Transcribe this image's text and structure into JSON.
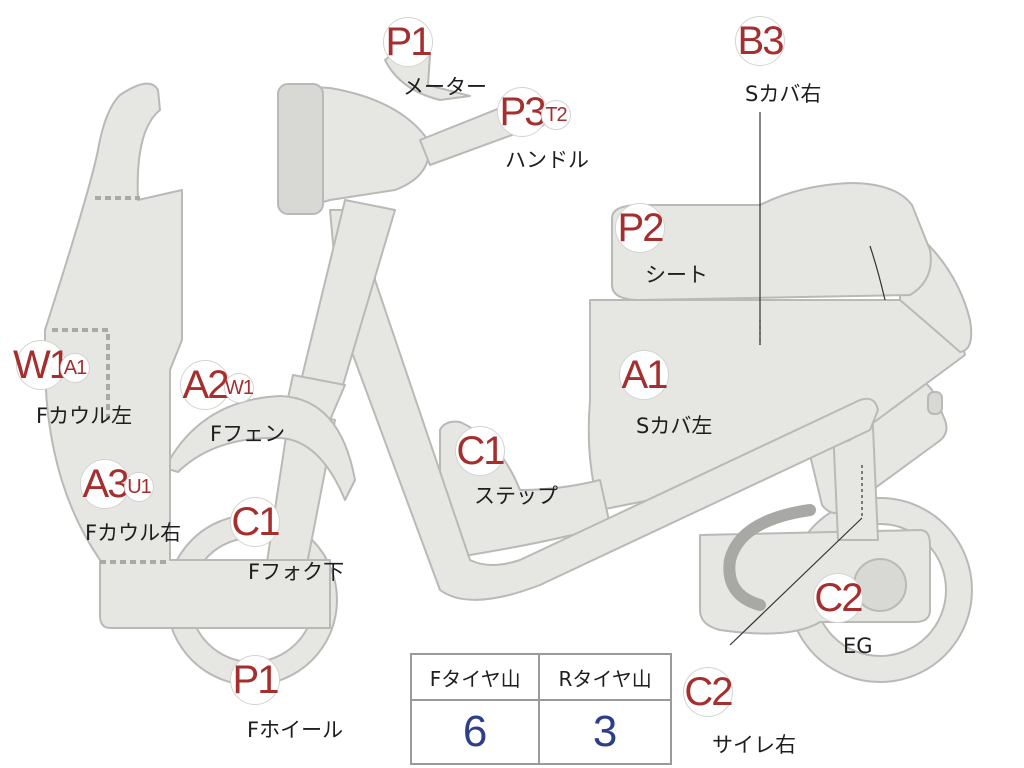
{
  "markers": [
    {
      "id": "meter",
      "code": "P1",
      "part": "メーター"
    },
    {
      "id": "handle",
      "code": "P3",
      "sub": "T2",
      "part": "ハンドル"
    },
    {
      "id": "s-cover-r",
      "code": "B3",
      "part": "Sカバ右"
    },
    {
      "id": "seat",
      "code": "P2",
      "part": "シート"
    },
    {
      "id": "f-cowl-l",
      "code": "W1",
      "sub": "A1",
      "part": "Fカウル左"
    },
    {
      "id": "f-fender",
      "code": "A2",
      "sub": "W1",
      "part": "Fフェン"
    },
    {
      "id": "s-cover-l",
      "code": "A1",
      "part": "Sカバ左"
    },
    {
      "id": "step",
      "code": "C1",
      "part": "ステップ"
    },
    {
      "id": "f-cowl-r",
      "code": "A3",
      "sub": "U1",
      "part": "Fカウル右"
    },
    {
      "id": "f-fork-lower",
      "code": "C1",
      "part": "Fフォク下"
    },
    {
      "id": "engine",
      "code": "C2",
      "part": "EG"
    },
    {
      "id": "f-wheel",
      "code": "P1",
      "part": "Fホイール"
    },
    {
      "id": "muffler-r",
      "code": "C2",
      "part": "サイレ右"
    }
  ],
  "tyre_table": {
    "front_label": "Fタイヤ山",
    "rear_label": "Rタイヤ山",
    "front_value": "6",
    "rear_value": "3"
  },
  "colors": {
    "body": "#e6e6e3",
    "outline": "#b9b9b5",
    "code_text": "#a52f2f",
    "value_text": "#2d3f8a"
  }
}
